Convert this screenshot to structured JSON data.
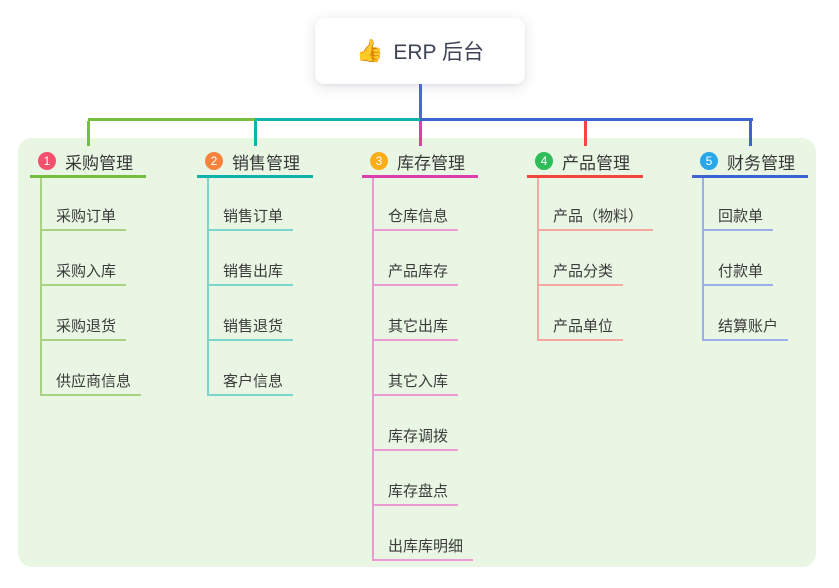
{
  "root": {
    "icon": "👍",
    "title": "ERP 后台"
  },
  "colors": {
    "panel_bg": "#e9f6e3",
    "root_connector": "#4d66d5",
    "title_text": "#383838",
    "child_text": "#3b3b3b"
  },
  "branches": [
    {
      "num": "1",
      "title": "采购管理",
      "badge_color": "#f4506e",
      "line_color": "#77bd40",
      "child_line_color": "#a9d184",
      "children": [
        "采购订单",
        "采购入库",
        "采购退货",
        "供应商信息"
      ]
    },
    {
      "num": "2",
      "title": "销售管理",
      "badge_color": "#f6833d",
      "line_color": "#0fb3ab",
      "child_line_color": "#7cd5cd",
      "children": [
        "销售订单",
        "销售出库",
        "销售退货",
        "客户信息"
      ]
    },
    {
      "num": "3",
      "title": "库存管理",
      "badge_color": "#fbae17",
      "line_color": "#db3fae",
      "child_line_color": "#ec9ad3",
      "children": [
        "仓库信息",
        "产品库存",
        "其它出库",
        "其它入库",
        "库存调拨",
        "库存盘点",
        "出库库明细"
      ]
    },
    {
      "num": "4",
      "title": "产品管理",
      "badge_color": "#2ebd58",
      "line_color": "#f2473e",
      "child_line_color": "#f9a8a1",
      "children": [
        "产品（物料）",
        "产品分类",
        "产品单位"
      ]
    },
    {
      "num": "5",
      "title": "财务管理",
      "badge_color": "#2aa7e9",
      "line_color": "#3e63d3",
      "child_line_color": "#9daee9",
      "children": [
        "回款单",
        "付款单",
        "结算账户"
      ]
    }
  ]
}
